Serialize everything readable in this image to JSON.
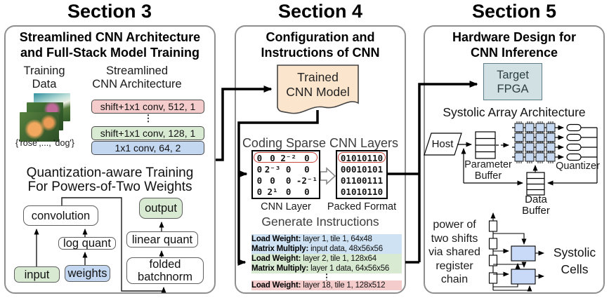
{
  "sections": {
    "s3": "Section 3",
    "s4": "Section 4",
    "s5": "Section 5"
  },
  "panel3": {
    "title1": "Streamlined CNN Architecture",
    "title2": "and Full-Stack Model Training",
    "training1": "Training",
    "training2": "Data",
    "arch1": "Streamlined",
    "arch2": "CNN Architecture",
    "classes": "{'rose',..., 'dog'}",
    "layer_pink": "shift+1x1 conv, 512, 1",
    "layer_green": "shift+1x1 conv, 128, 1",
    "layer_blue": "1x1 conv, 64, 2",
    "dots": "⋮",
    "qat1": "Quantization-aware Training",
    "qat2": "For Powers-of-Two Weights",
    "convolution": "convolution",
    "log_quant": "log quant",
    "input": "input",
    "weights": "weights",
    "output": "output",
    "linear_quant": "linear quant",
    "folded1": "folded",
    "folded2": "batchnorm"
  },
  "panel4": {
    "title1": "Configuration and",
    "title2": "Instructions of CNN",
    "model1": "Trained",
    "model2": "CNN Model",
    "coding": "Coding Sparse CNN Layers",
    "matrix": {
      "rows": [
        [
          "0",
          "0",
          "2⁻²",
          "0"
        ],
        [
          "0",
          "2⁻³",
          "0",
          "0"
        ],
        [
          "0",
          "0",
          "0",
          "-2⁻¹"
        ],
        [
          "0",
          "2¹",
          "0",
          "0"
        ]
      ]
    },
    "packed": {
      "rows": [
        "01010110",
        "00010101",
        "01100111",
        "01010110"
      ]
    },
    "matrix_label": "CNN Layer",
    "packed_label": "Packed Format",
    "generate": "Generate Instructions",
    "instructions": [
      {
        "op": "Load Weight:",
        "args": "layer 1, tile 1, 64x48"
      },
      {
        "op": "Matrix Multiply:",
        "args": "input data, 48x56x56"
      },
      {
        "op": "Load Weight:",
        "args": "layer 2, tile 1, 128x64"
      },
      {
        "op": "Matrix Multiply:",
        "args": "layer 1 data, 64x56x56"
      },
      {
        "op": "Load Weight:",
        "args": "layer 18, tile 1, 128x512"
      }
    ],
    "dots": "⋮"
  },
  "panel5": {
    "title1": "Hardware Design for",
    "title2": "CNN Inference",
    "fpga1": "Target",
    "fpga2": "FPGA",
    "systolic_title": "Systolic Array Architecture",
    "host": "Host",
    "param1": "Parameter",
    "param2": "Buffer",
    "quantizer": "Quantizer",
    "data1": "Data",
    "data2": "Buffer",
    "shift_note": [
      "power of",
      "two shifts",
      "via shared",
      "register",
      "chain"
    ],
    "cells1": "Systolic",
    "cells2": "Cells"
  },
  "colors": {
    "layer_pink": "#f4cccc",
    "layer_green": "#d9ead3",
    "layer_blue": "#c3d7f0",
    "instr_blue": "#cfe2f3",
    "instr_green": "#d9ead3",
    "instr_pink": "#f4cccc",
    "model_peach": "#fce5cd",
    "fpga_fill": "#d0e0e3",
    "array_cell_blue": "#c6d9f0",
    "red_outline": "#c9473b"
  }
}
